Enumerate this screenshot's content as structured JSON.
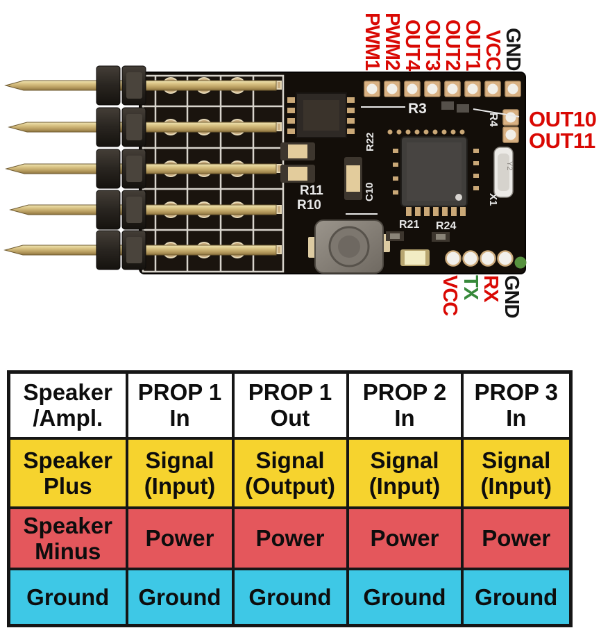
{
  "pcb": {
    "top_pins": [
      {
        "label": "PWM1",
        "color": "#d90803"
      },
      {
        "label": "PWM2",
        "color": "#d90803"
      },
      {
        "label": "OUT4",
        "color": "#d90803"
      },
      {
        "label": "OUT3",
        "color": "#d90803"
      },
      {
        "label": "OUT2",
        "color": "#d90803"
      },
      {
        "label": "OUT1",
        "color": "#d90803"
      },
      {
        "label": "VCC",
        "color": "#d90803"
      },
      {
        "label": "GND",
        "color": "#141414"
      }
    ],
    "right_pins": [
      {
        "label": "OUT10",
        "color": "#d90803"
      },
      {
        "label": "OUT11",
        "color": "#d90803"
      }
    ],
    "bottom_pins": [
      {
        "label": "VCC",
        "color": "#d90803"
      },
      {
        "label": "TX",
        "color": "#37893a"
      },
      {
        "label": "RX",
        "color": "#d90803"
      },
      {
        "label": "GND",
        "color": "#141414"
      }
    ],
    "silkscreen": {
      "r3": "R3",
      "r22": "R22",
      "r4": "R4",
      "c10": "C10",
      "r11": "R11",
      "r10": "R10",
      "r21": "R21",
      "r24": "R24",
      "x1": "X1",
      "y2": "Y2"
    }
  },
  "table": {
    "border_color": "#161616",
    "header": {
      "bg": "#ffffff",
      "cells": [
        [
          "Speaker",
          "/Ampl."
        ],
        [
          "PROP 1",
          "In"
        ],
        [
          "PROP 1",
          "Out"
        ],
        [
          "PROP 2",
          "In"
        ],
        [
          "PROP 3",
          "In"
        ]
      ]
    },
    "rows": [
      {
        "name": "signal",
        "bg": "#f6d32e",
        "cells": [
          [
            "Speaker",
            "Plus"
          ],
          [
            "Signal",
            "(Input)"
          ],
          [
            "Signal",
            "(Output)"
          ],
          [
            "Signal",
            "(Input)"
          ],
          [
            "Signal",
            "(Input)"
          ]
        ]
      },
      {
        "name": "power",
        "bg": "#e4575c",
        "cells": [
          [
            "Speaker",
            "Minus"
          ],
          [
            "Power"
          ],
          [
            "Power"
          ],
          [
            "Power"
          ],
          [
            "Power"
          ]
        ]
      },
      {
        "name": "ground",
        "bg": "#3ec8e6",
        "cells": [
          [
            "Ground"
          ],
          [
            "Ground"
          ],
          [
            "Ground"
          ],
          [
            "Ground"
          ],
          [
            "Ground"
          ]
        ]
      }
    ]
  }
}
